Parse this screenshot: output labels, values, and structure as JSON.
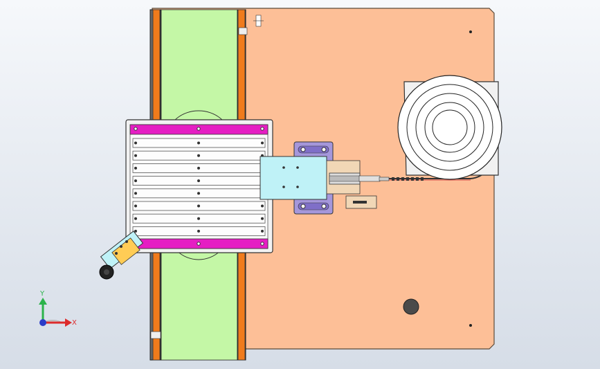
{
  "window": {
    "title": ""
  },
  "triad": {
    "x_label": "X",
    "y_label": "Y"
  },
  "colors": {
    "base_plate": "#fdbf97",
    "conveyor_belt": "#c4f7a6",
    "conveyor_rail": "#f07b1c",
    "tray_frame": "#f2f2f2",
    "magenta_bar": "#e51ec3",
    "cylinder_block": "#bff2f7",
    "bracket_purple": "#a597db",
    "spool": "#ffffff"
  },
  "model": {
    "components": [
      "base-plate",
      "conveyor",
      "tray-fixture",
      "pusher-cylinder",
      "mounting-bracket",
      "cable-spool",
      "adjustable-guide"
    ]
  }
}
